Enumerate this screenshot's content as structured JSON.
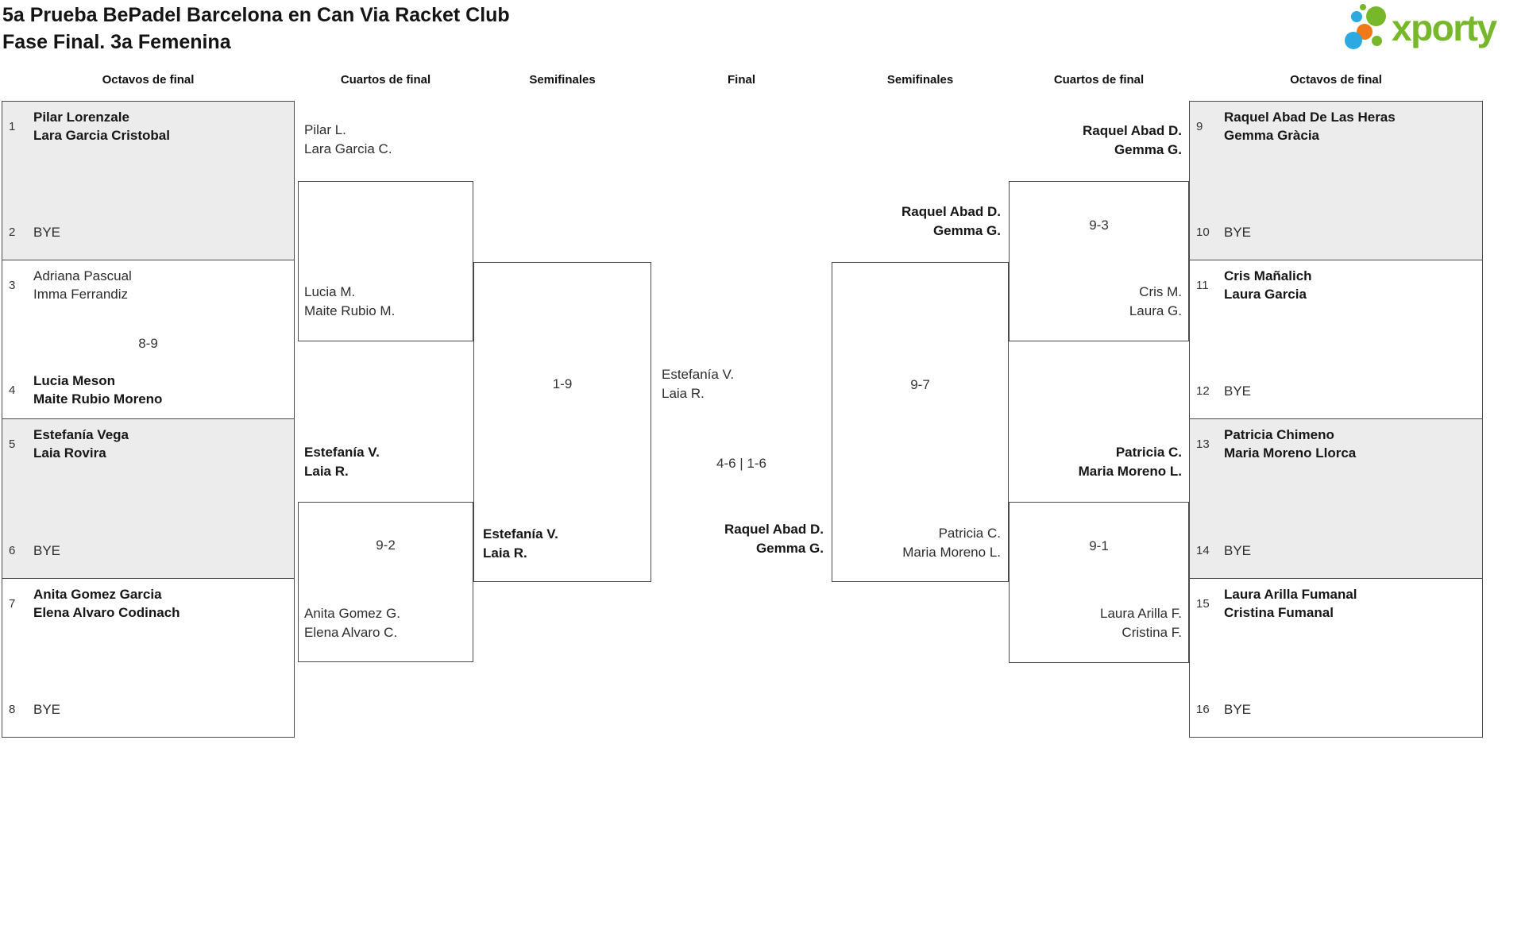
{
  "header": {
    "title_line1": "5a Prueba BePadel Barcelona en Can Via Racket Club",
    "title_line2": "Fase Final. 3a Femenina",
    "logo_text": "xporty"
  },
  "round_headers": [
    "Octavos de final",
    "Cuartos de final",
    "Semifinales",
    "Final",
    "Semifinales",
    "Cuartos de final",
    "Octavos de final"
  ],
  "colors": {
    "brand_green": "#76b82a",
    "brand_blue": "#2ba9e0",
    "brand_orange": "#ee7a1a",
    "box_shade": "#ececec",
    "box_border": "#4a4a4a"
  },
  "r16_left": [
    {
      "seed_top": "1",
      "top_1": "Pilar Lorenzale",
      "top_2": "Lara Garcia Cristobal",
      "seed_bottom": "2",
      "bottom_1": "BYE"
    },
    {
      "seed_top": "3",
      "top_1": "Adriana Pascual",
      "top_2": "Imma Ferrandiz",
      "score": "8-9",
      "seed_bottom": "4",
      "bottom_1": "Lucia Meson",
      "bottom_2": "Maite Rubio Moreno"
    },
    {
      "seed_top": "5",
      "top_1": "Estefanía Vega",
      "top_2": "Laia Rovira",
      "seed_bottom": "6",
      "bottom_1": "BYE"
    },
    {
      "seed_top": "7",
      "top_1": "Anita Gomez Garcia",
      "top_2": "Elena Alvaro Codinach",
      "seed_bottom": "8",
      "bottom_1": "BYE"
    }
  ],
  "r16_right": [
    {
      "seed_top": "9",
      "top_1": "Raquel Abad De Las Heras",
      "top_2": "Gemma Gràcia",
      "seed_bottom": "10",
      "bottom_1": "BYE"
    },
    {
      "seed_top": "11",
      "top_1": "Cris Mañalich",
      "top_2": "Laura Garcia",
      "seed_bottom": "12",
      "bottom_1": "BYE"
    },
    {
      "seed_top": "13",
      "top_1": "Patricia Chimeno",
      "top_2": "Maria Moreno Llorca",
      "seed_bottom": "14",
      "bottom_1": "BYE"
    },
    {
      "seed_top": "15",
      "top_1": "Laura Arilla Fumanal",
      "top_2": "Cristina Fumanal",
      "seed_bottom": "16",
      "bottom_1": "BYE"
    }
  ],
  "qf_left": {
    "labels": [
      {
        "l1": "Pilar L.",
        "l2": "Lara Garcia C."
      },
      {
        "l1": "Lucia M.",
        "l2": "Maite Rubio M."
      },
      {
        "l1": "Estefanía V.",
        "l2": "Laia R."
      },
      {
        "l1": "Anita Gomez G.",
        "l2": "Elena Alvaro C."
      }
    ],
    "score_m2": "9-2"
  },
  "sf_left": {
    "score": "1-9",
    "winner_l1": "Estefanía V.",
    "winner_l2": "Laia R."
  },
  "final": {
    "left_l1": "Estefanía V.",
    "left_l2": "Laia R.",
    "score": "4-6 | 1-6",
    "right_l1": "Raquel Abad D.",
    "right_l2": "Gemma G."
  },
  "sf_right": {
    "score": "9-7",
    "top_l1": "Raquel Abad D.",
    "top_l2": "Gemma G.",
    "winner_l1": "Patricia C.",
    "winner_l2": "Maria Moreno L."
  },
  "qf_right": {
    "labels": [
      {
        "l1": "Raquel Abad D.",
        "l2": "Gemma G."
      },
      {
        "l1": "Cris M.",
        "l2": "Laura G."
      },
      {
        "l1": "Patricia C.",
        "l2": "Maria Moreno L."
      },
      {
        "l1": "Laura Arilla F.",
        "l2": "Cristina F."
      }
    ],
    "score_m1": "9-3",
    "score_m2": "9-1"
  }
}
